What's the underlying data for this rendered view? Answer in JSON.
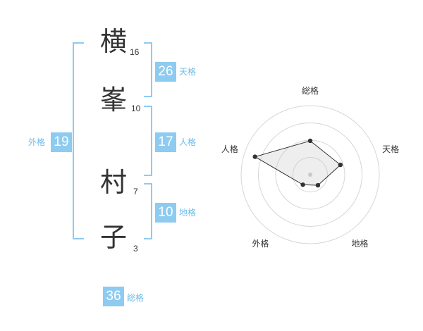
{
  "name_chars": [
    {
      "char": "横",
      "strokes": "16"
    },
    {
      "char": "峯",
      "strokes": "10"
    },
    {
      "char": "村",
      "strokes": "7"
    },
    {
      "char": "子",
      "strokes": "3"
    }
  ],
  "kaku": {
    "tenkaku": {
      "value": "26",
      "label": "天格"
    },
    "jinkaku": {
      "value": "17",
      "label": "人格"
    },
    "chikaku": {
      "value": "10",
      "label": "地格"
    },
    "gaikaku": {
      "value": "19",
      "label": "外格"
    },
    "soukaku": {
      "value": "36",
      "label": "総格"
    }
  },
  "colors": {
    "accent": "#8ecbf0",
    "accent_text": "#6bbbe8",
    "text": "#333333"
  },
  "chart_data": {
    "type": "radar",
    "axes": [
      "総格",
      "天格",
      "地格",
      "外格",
      "人格"
    ],
    "series": [
      {
        "values": [
          0.49,
          0.46,
          0.19,
          0.18,
          0.84
        ]
      }
    ],
    "rings": 4,
    "range": [
      0,
      1
    ]
  }
}
